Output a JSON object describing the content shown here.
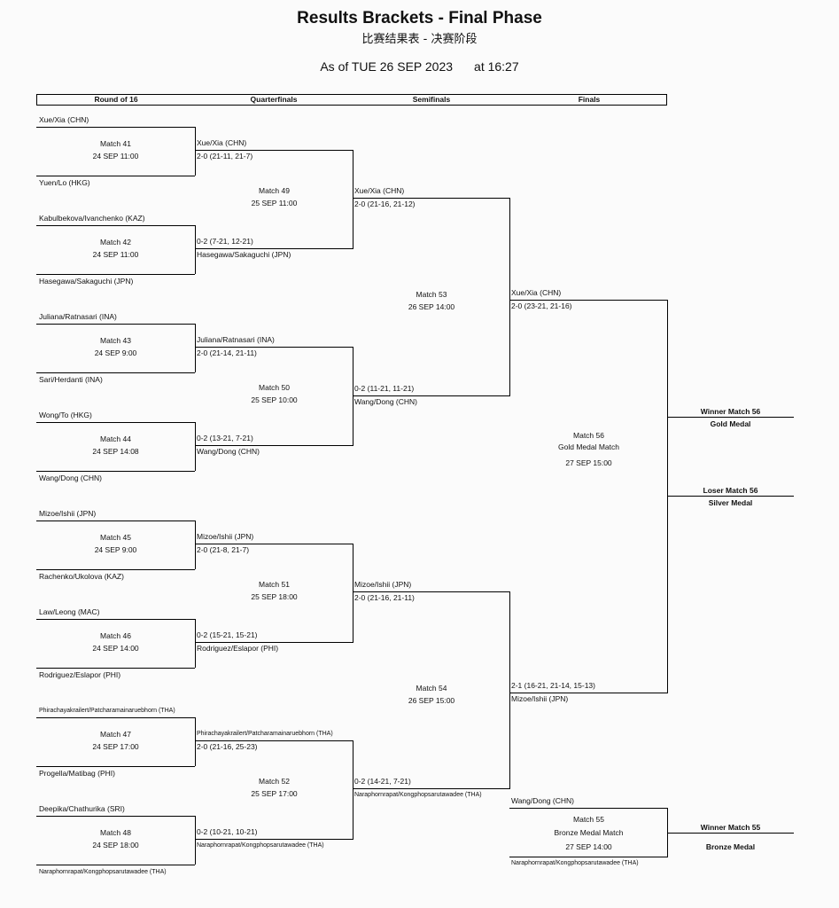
{
  "header": {
    "title": "Results Brackets - Final Phase",
    "subtitle": "比赛结果表 - 决赛阶段",
    "as_of_date": "As of TUE 26 SEP 2023",
    "as_of_time": "at 16:27"
  },
  "rounds": [
    "Round of 16",
    "Quarterfinals",
    "Semifinals",
    "Finals"
  ],
  "round_of_16": [
    {
      "top": "Xue/Xia (CHN)",
      "match": "Match 41",
      "when": "24 SEP 11:00",
      "bottom": "Yuen/Lo (HKG)"
    },
    {
      "top": "Kabulbekova/Ivanchenko (KAZ)",
      "match": "Match 42",
      "when": "24 SEP 11:00",
      "bottom": "Hasegawa/Sakaguchi (JPN)"
    },
    {
      "top": "Juliana/Ratnasari (INA)",
      "match": "Match 43",
      "when": "24 SEP 9:00",
      "bottom": "Sari/Herdanti (INA)"
    },
    {
      "top": "Wong/To (HKG)",
      "match": "Match 44",
      "when": "24 SEP 14:08",
      "bottom": "Wang/Dong (CHN)"
    },
    {
      "top": "Mizoe/Ishii (JPN)",
      "match": "Match 45",
      "when": "24 SEP 9:00",
      "bottom": "Rachenko/Ukolova (KAZ)"
    },
    {
      "top": "Law/Leong (MAC)",
      "match": "Match 46",
      "when": "24 SEP 14:00",
      "bottom": "Rodriguez/Eslapor (PHI)"
    },
    {
      "top": "Phirachayakrailert/Patcharamainaruebhorn (THA)",
      "match": "Match 47",
      "when": "24 SEP 17:00",
      "bottom": "Progella/Matibag (PHI)"
    },
    {
      "top": "Deepika/Chathurika (SRI)",
      "match": "Match 48",
      "when": "24 SEP 18:00",
      "bottom": "Naraphornrapat/Kongphopsarutawadee (THA)"
    }
  ],
  "r16_results": [
    {
      "line1": "Xue/Xia (CHN)",
      "line2": "2-0 (21-11, 21-7)"
    },
    {
      "line1": "0-2 (7-21, 12-21)",
      "line2": "Hasegawa/Sakaguchi (JPN)"
    },
    {
      "line1": "Juliana/Ratnasari (INA)",
      "line2": "2-0 (21-14, 21-11)"
    },
    {
      "line1": "0-2 (13-21, 7-21)",
      "line2": "Wang/Dong (CHN)"
    },
    {
      "line1": "Mizoe/Ishii (JPN)",
      "line2": "2-0 (21-8, 21-7)"
    },
    {
      "line1": "0-2 (15-21, 15-21)",
      "line2": "Rodriguez/Eslapor (PHI)"
    },
    {
      "line1": "Phirachayakrailert/Patcharamainaruebhorn (THA)",
      "line2": "2-0 (21-16, 25-23)"
    },
    {
      "line1": "0-2 (10-21, 10-21)",
      "line2": "Naraphornrapat/Kongphopsarutawadee (THA)"
    }
  ],
  "quarterfinals": [
    {
      "match": "Match 49",
      "when": "25 SEP 11:00"
    },
    {
      "match": "Match 50",
      "when": "25 SEP 10:00"
    },
    {
      "match": "Match 51",
      "when": "25 SEP 18:00"
    },
    {
      "match": "Match 52",
      "when": "25 SEP 17:00"
    }
  ],
  "qf_results": [
    {
      "line1": "Xue/Xia (CHN)",
      "line2": "2-0 (21-16, 21-12)"
    },
    {
      "line1": "0-2 (11-21, 11-21)",
      "line2": "Wang/Dong (CHN)"
    },
    {
      "line1": "Mizoe/Ishii (JPN)",
      "line2": "2-0 (21-16, 21-11)"
    },
    {
      "line1": "0-2 (14-21, 7-21)",
      "line2": "Naraphornrapat/Kongphopsarutawadee (THA)"
    }
  ],
  "semifinals": [
    {
      "match": "Match 53",
      "when": "26 SEP 14:00"
    },
    {
      "match": "Match 54",
      "when": "26 SEP 15:00"
    }
  ],
  "sf_results": [
    {
      "line1": "Xue/Xia (CHN)",
      "line2": "2-0 (23-21, 21-16)"
    },
    {
      "line1": "2-1 (16-21, 21-14, 15-13)",
      "line2": "Mizoe/Ishii (JPN)"
    }
  ],
  "gold_match": {
    "match": "Match 56",
    "name": "Gold Medal Match",
    "when": "27 SEP 15:00"
  },
  "bronze_match": {
    "top": "Wang/Dong (CHN)",
    "match": "Match 55",
    "name": "Bronze Medal Match",
    "when": "27 SEP 14:00",
    "bottom": "Naraphornrapat/Kongphopsarutawadee (THA)"
  },
  "medals": {
    "winner_56": "Winner Match 56",
    "gold": "Gold Medal",
    "loser_56": "Loser Match 56",
    "silver": "Silver Medal",
    "winner_55": "Winner Match 55",
    "bronze": "Bronze Medal"
  }
}
